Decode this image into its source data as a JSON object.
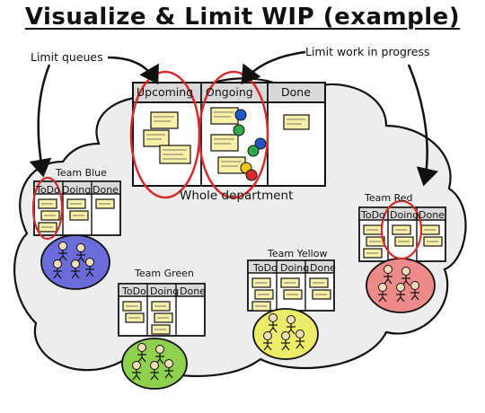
{
  "title": "Visualize & Limit WIP (example)",
  "annotations": {
    "limit_queues": "Limit queues",
    "limit_wip": "Limit work in progress"
  },
  "department": {
    "label": "Whole department",
    "columns": [
      "Upcoming",
      "Ongoing",
      "Done"
    ]
  },
  "teams": [
    {
      "name": "Team Blue",
      "columns": [
        "ToDo",
        "Doing",
        "Done"
      ]
    },
    {
      "name": "Team Green",
      "columns": [
        "ToDo",
        "Doing",
        "Done"
      ]
    },
    {
      "name": "Team Yellow",
      "columns": [
        "ToDo",
        "Doing",
        "Done"
      ]
    },
    {
      "name": "Team Red",
      "columns": [
        "ToDo",
        "Doing",
        "Done"
      ]
    }
  ],
  "colors": {
    "highlight": "#d62b2b",
    "sticky": "#f8efa8",
    "board_header": "#d9d9d9",
    "team_blue": "#6b6bd9",
    "team_green": "#8fd04f",
    "team_yellow": "#ecec6a",
    "team_red": "#ef8a8a",
    "dot_blue": "#2255cc",
    "dot_green": "#2ea84a",
    "dot_yellow": "#f0c419",
    "dot_red": "#d62b2b"
  }
}
